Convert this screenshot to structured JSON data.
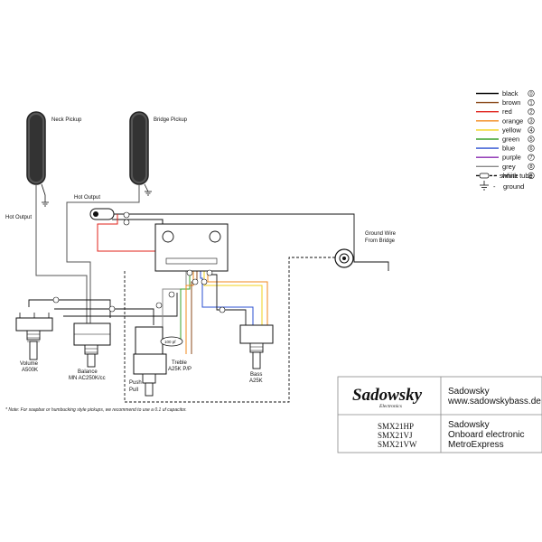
{
  "legend": {
    "items": [
      {
        "name": "black",
        "num": "0",
        "color": "#111111",
        "dashed": false
      },
      {
        "name": "brown",
        "num": "1",
        "color": "#8b4a1b",
        "dashed": false
      },
      {
        "name": "red",
        "num": "2",
        "color": "#e0201a",
        "dashed": false
      },
      {
        "name": "orange",
        "num": "3",
        "color": "#f28a1c",
        "dashed": false
      },
      {
        "name": "yellow",
        "num": "4",
        "color": "#f2d21a",
        "dashed": false
      },
      {
        "name": "green",
        "num": "5",
        "color": "#3aa02a",
        "dashed": false
      },
      {
        "name": "blue",
        "num": "6",
        "color": "#2a4fd0",
        "dashed": false
      },
      {
        "name": "purple",
        "num": "7",
        "color": "#8a2ab0",
        "dashed": false
      },
      {
        "name": "grey",
        "num": "8",
        "color": "#8a8a8a",
        "dashed": false
      },
      {
        "name": "white",
        "num": "9",
        "color": "#111111",
        "dashed": true
      }
    ],
    "shrink_tube": "shrink tube",
    "ground": "ground",
    "dash": "-"
  },
  "labels": {
    "neck_pickup": "Neck Pickup",
    "bridge_pickup": "Bridge Pickup",
    "hot_output_1": "Hot Output",
    "hot_output_2": "Hot Output",
    "ground_wire_1": "Ground Wire",
    "ground_wire_2": "From Bridge",
    "volume_1": "Volume",
    "volume_2": "A500K",
    "balance_1": "Balance",
    "balance_2": "MN AC250K/cc",
    "treble_1": "Treble",
    "treble_2": "A25K P/P",
    "bass_1": "Bass",
    "bass_2": "A25K",
    "push": "Push",
    "pull": "Pull",
    "cap": "100 pf"
  },
  "note": "* Note: For soapbar or humbucking style pickups, we recommend to use a 0.1 uf capacitor.",
  "title_block": {
    "logo": "Sadowsky",
    "logo_sub": "Electronics",
    "company": "Sadowsky",
    "website": "www.sadowskybass.de",
    "models": [
      "SMX21HP",
      "SMX21VJ",
      "SMX21VW"
    ],
    "desc": [
      "Sadowsky",
      "Onboard electronic",
      "MetroExpress"
    ]
  }
}
